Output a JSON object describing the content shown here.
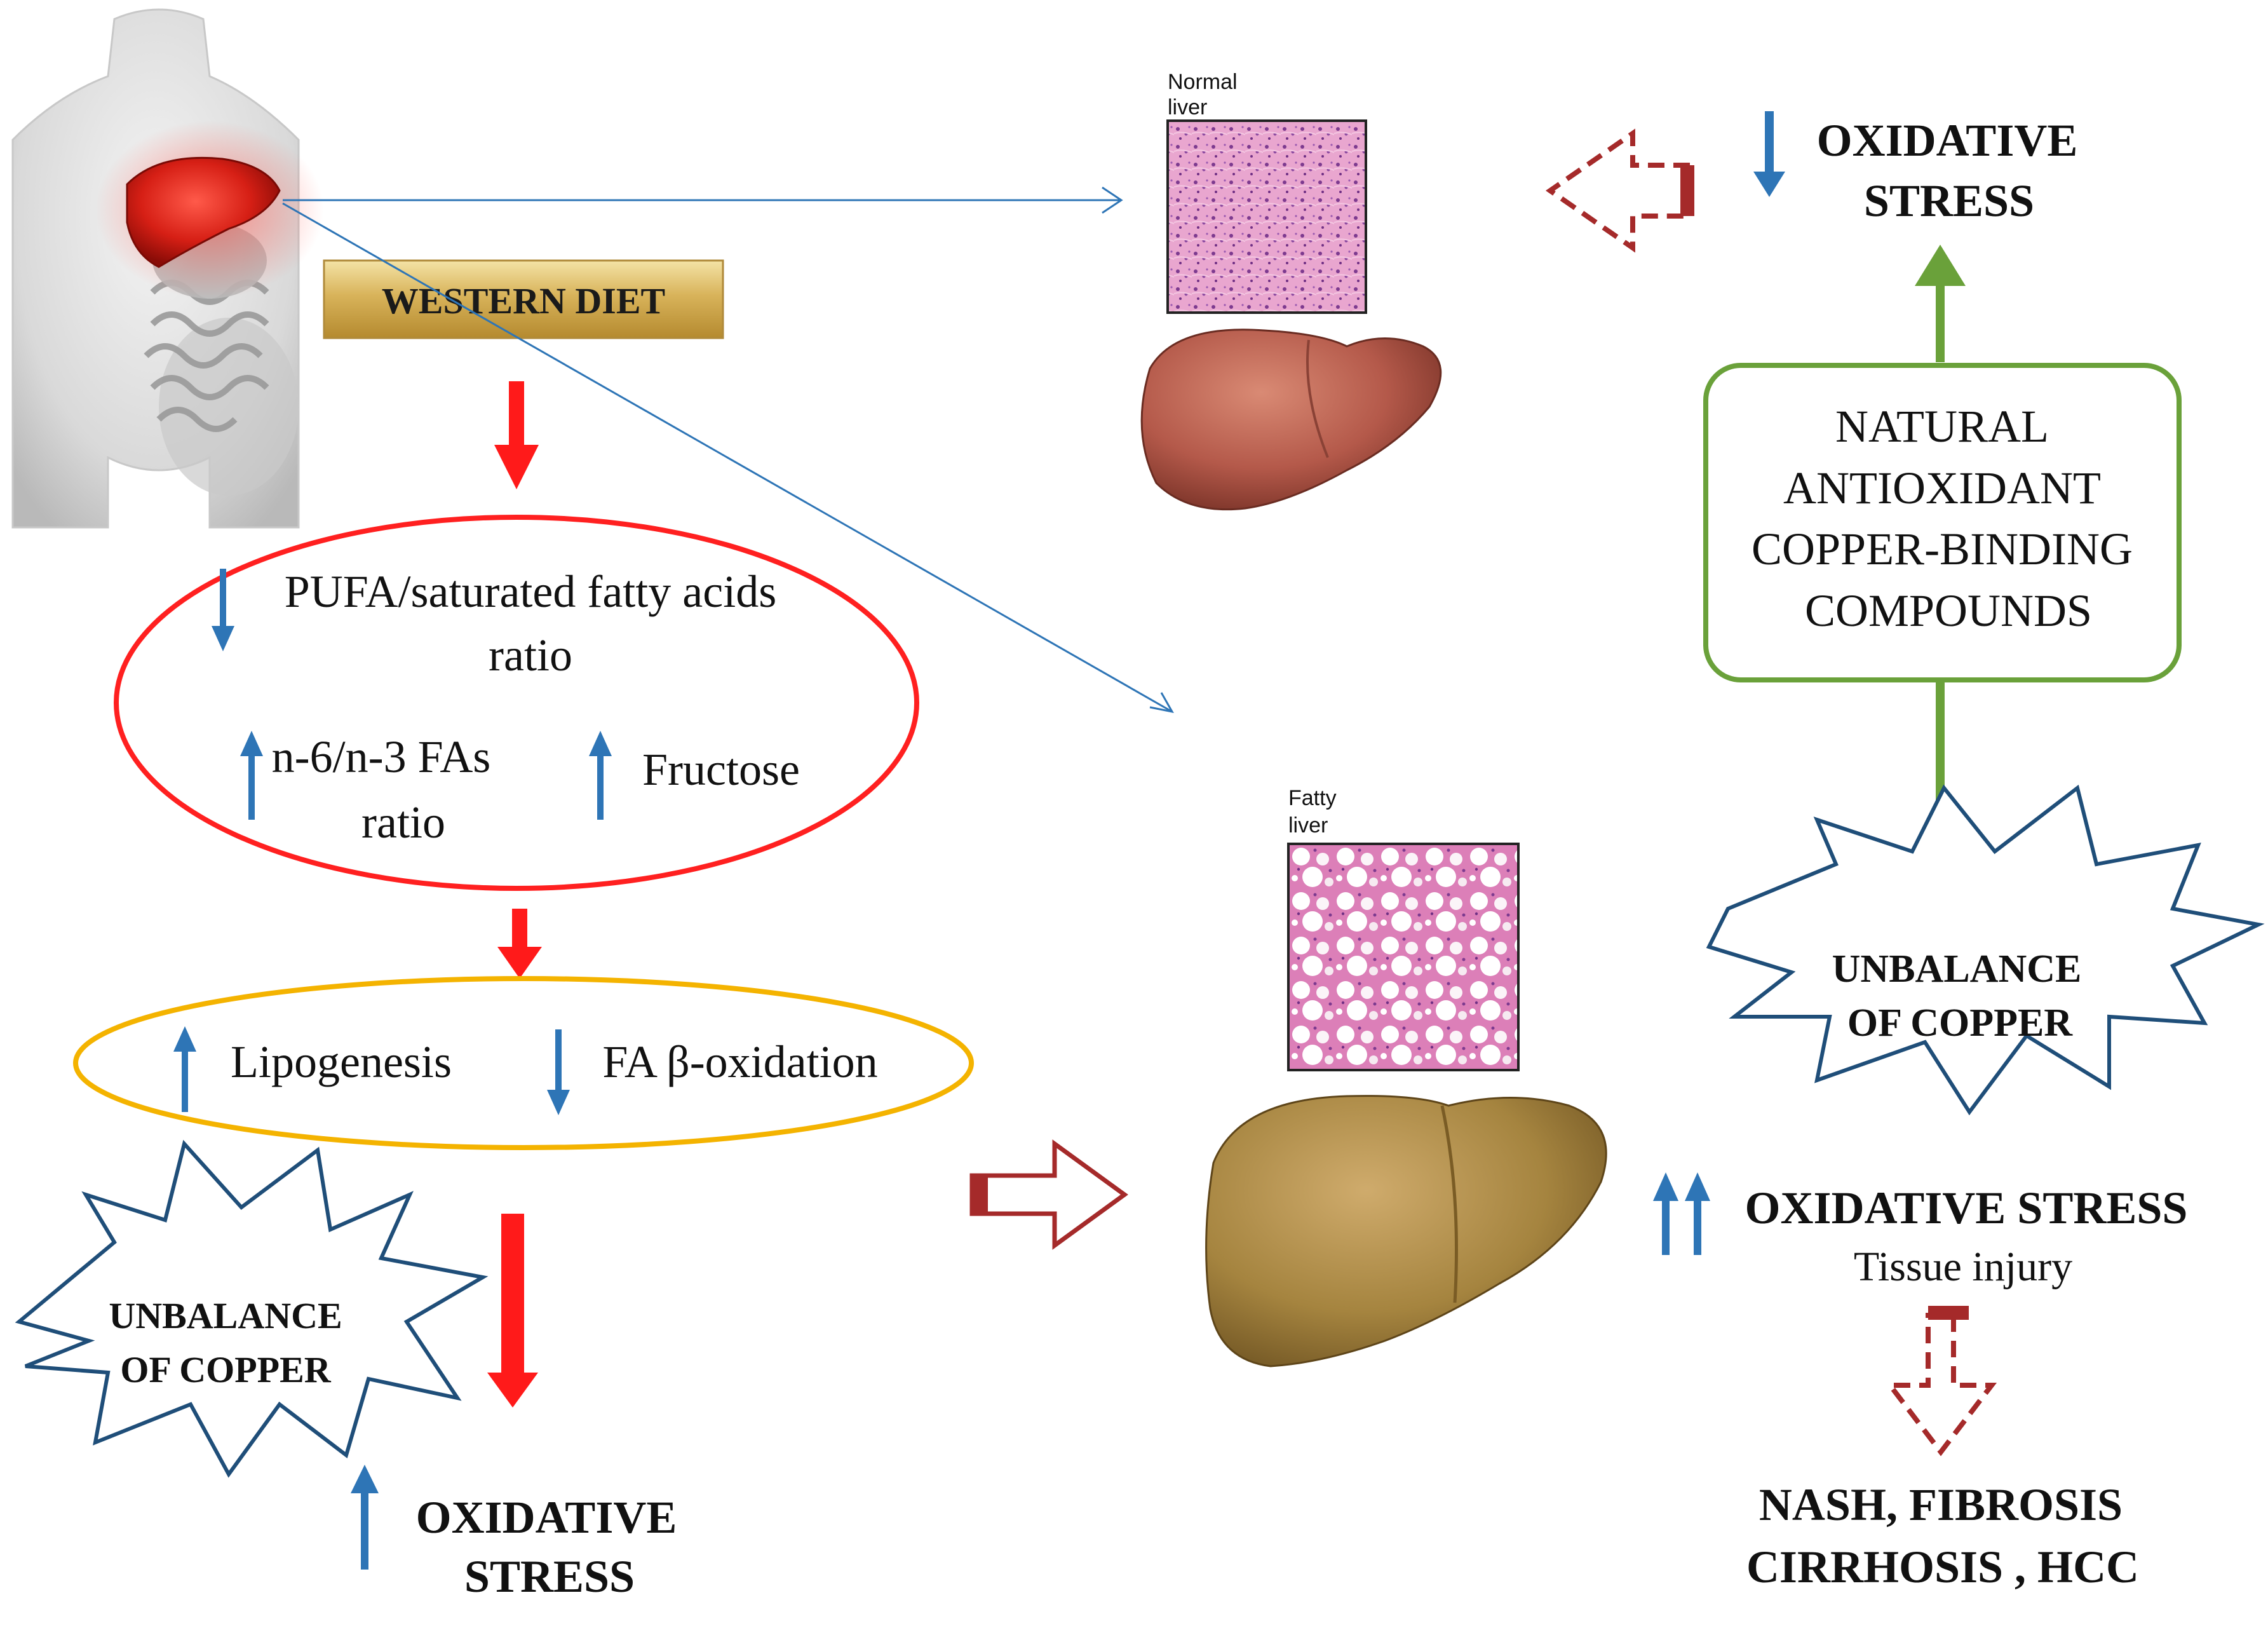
{
  "left": {
    "western_diet": "WESTERN DIET",
    "ellipse1": {
      "line1": "PUFA/saturated fatty acids",
      "line2": "ratio",
      "n6_line1": "n-6/n-3 FAs",
      "n6_line2": "ratio",
      "fructose": "Fructose"
    },
    "ellipse2": {
      "lipogenesis": "Lipogenesis",
      "beta_oxidation": "FA β-oxidation"
    },
    "unbalance": {
      "line1": "UNBALANCE",
      "line2": "OF COPPER"
    },
    "oxidative": {
      "line1": "OXIDATIVE",
      "line2": "STRESS"
    }
  },
  "middle": {
    "normal_liver_label": {
      "line1": "Normal",
      "line2": "liver"
    },
    "fatty_liver_label": {
      "line1": "Fatty",
      "line2": "liver"
    }
  },
  "right": {
    "top_oxidative": {
      "line1": "OXIDATIVE",
      "line2": "STRESS"
    },
    "natural_box": {
      "line1": "NATURAL",
      "line2": "ANTIOXIDANT",
      "line3": "COPPER-BINDING",
      "line4": "COMPOUNDS"
    },
    "unbalance": {
      "line1": "UNBALANCE",
      "line2": "OF COPPER"
    },
    "oxidative_stress": "OXIDATIVE STRESS",
    "tissue_injury": "Tissue injury",
    "outcome": {
      "line1": "NASH, FIBROSIS",
      "line2": "CIRRHOSIS , HCC"
    }
  },
  "colors": {
    "red_arrow": "#ff1a1a",
    "blue_arrow": "#2e75b6",
    "dark_red": "#a52a2a",
    "green": "#6aa13a",
    "ellipse_red": "#ff2020",
    "ellipse_orange": "#f4b300",
    "star_blue": "#1f4e79",
    "gold": "#d8b35a"
  }
}
